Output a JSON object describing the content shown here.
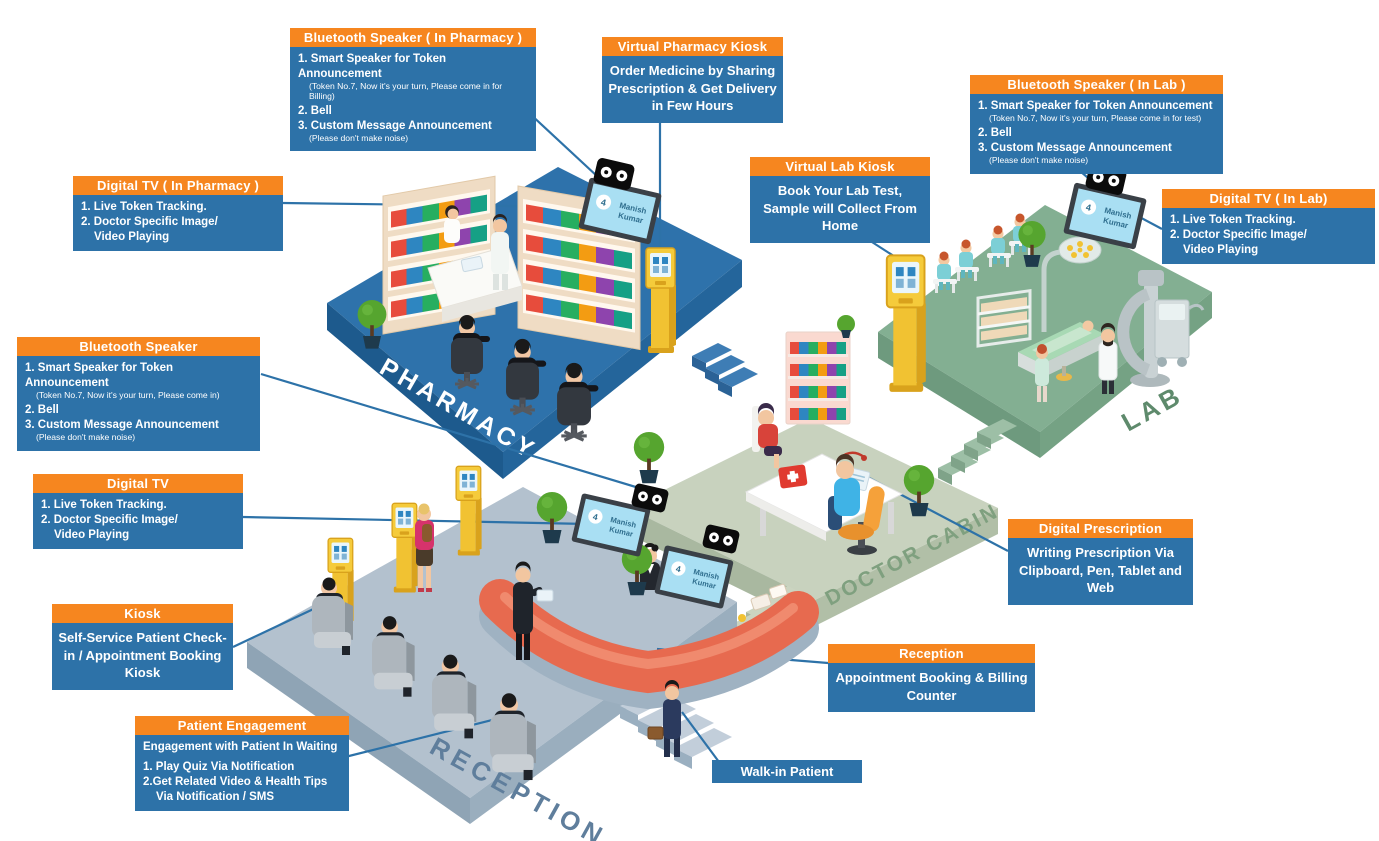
{
  "diagram": {
    "areas": {
      "pharmacy": {
        "label": "PHARMACY"
      },
      "lab": {
        "label": "LAB"
      },
      "doctor_cabin": {
        "label": "DOCTOR CABIN"
      },
      "reception": {
        "label": "RECEPTION"
      }
    },
    "tv": {
      "token": "4",
      "name_first": "Manish",
      "name_last": "Kumar"
    }
  },
  "colors": {
    "callout_header": "#F6861F",
    "callout_body": "#2D72A8",
    "leader_line": "#2D72A8",
    "pharmacy_platform": "#2E72AB",
    "lab_platform": "#83AF92",
    "doctor_cabin_platform": "#C8D2BE",
    "reception_platform": "#B3C1CE",
    "kiosk_yellow": "#F1C232",
    "desk_coral": "#E76A4F"
  },
  "callouts": {
    "bluetooth_speaker_pharmacy": {
      "title": "Bluetooth Speaker ( In Pharmacy )",
      "lines": [
        "1. Smart Speaker for Token Announcement",
        "(Token No.7, Now it's your turn, Please come in for Billing)",
        "2. Bell",
        "3. Custom Message Announcement",
        "(Please don't make noise)"
      ]
    },
    "virtual_pharmacy_kiosk": {
      "title": "Virtual Pharmacy Kiosk",
      "body": "Order Medicine by Sharing Prescription & Get Delivery in Few Hours"
    },
    "bluetooth_speaker_lab": {
      "title": "Bluetooth Speaker ( In Lab )",
      "lines": [
        "1. Smart Speaker for Token Announcement",
        "(Token No.7, Now it's your turn, Please come in for test)",
        "2. Bell",
        "3. Custom Message Announcement",
        "(Please don't make noise)"
      ]
    },
    "digital_tv_pharmacy": {
      "title": "Digital TV ( In Pharmacy )",
      "lines": [
        "1. Live Token Tracking.",
        "2. Doctor Specific Image/",
        "Video Playing"
      ]
    },
    "virtual_lab_kiosk": {
      "title": "Virtual Lab Kiosk",
      "body": "Book Your Lab Test, Sample will Collect From Home"
    },
    "digital_tv_lab": {
      "title": "Digital TV ( In Lab)",
      "lines": [
        "1. Live Token Tracking.",
        "2. Doctor Specific Image/",
        "Video Playing"
      ]
    },
    "bluetooth_speaker": {
      "title": "Bluetooth Speaker",
      "lines": [
        "1. Smart Speaker for Token Announcement",
        "(Token No.7, Now it's your turn, Please come in)",
        "2. Bell",
        "3. Custom Message Announcement",
        "(Please don't make noise)"
      ]
    },
    "digital_tv": {
      "title": "Digital TV",
      "lines": [
        "1. Live Token Tracking.",
        "2. Doctor Specific Image/",
        "Video Playing"
      ]
    },
    "kiosk": {
      "title": "Kiosk",
      "body": "Self-Service Patient Check-in / Appointment Booking Kiosk"
    },
    "patient_engagement": {
      "title": "Patient Engagement",
      "intro": "Engagement with Patient In Waiting",
      "lines": [
        "1. Play Quiz Via Notification",
        "2.Get Related Video & Health Tips",
        "Via Notification / SMS"
      ]
    },
    "digital_prescription": {
      "title": "Digital Prescription",
      "body": "Writing Prescription Via Clipboard, Pen, Tablet and Web"
    },
    "reception": {
      "title": "Reception",
      "body": "Appointment Booking & Billing Counter"
    },
    "walk_in_patient": {
      "label": "Walk-in Patient"
    }
  }
}
